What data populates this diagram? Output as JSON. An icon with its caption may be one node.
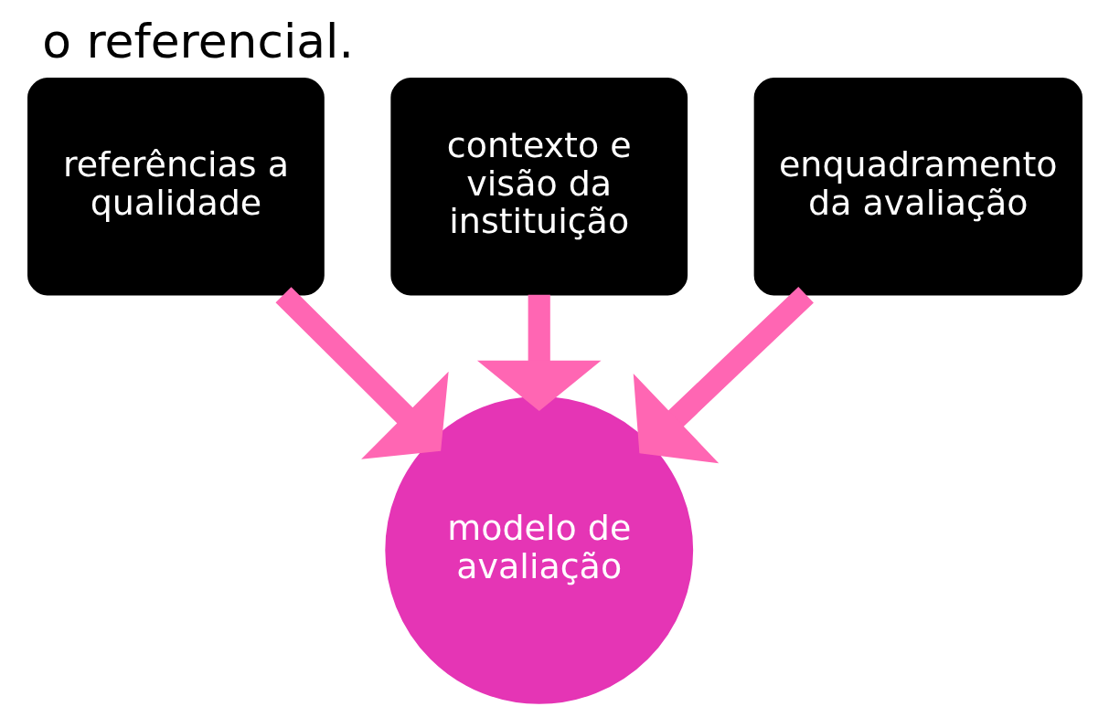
{
  "diagram": {
    "title": "o referencial.",
    "nodes": [
      {
        "text": [
          "contexto e visão da instituição"
        ]
      },
      {
        "text": [
          "referências a qualidade"
        ]
      },
      {
        "text": [
          "enquadramento da avaliação"
        ]
      },
      {
        "text": [
          "modelo de avaliação"
        ]
      }
    ],
    "edges": [
      {
        "from": 0,
        "to": 3,
        "arrow": "to"
      },
      {
        "from": 1,
        "to": 3,
        "arrow": "to"
      },
      {
        "from": 2,
        "to": 3,
        "arrow": "to"
      }
    ]
  }
}
